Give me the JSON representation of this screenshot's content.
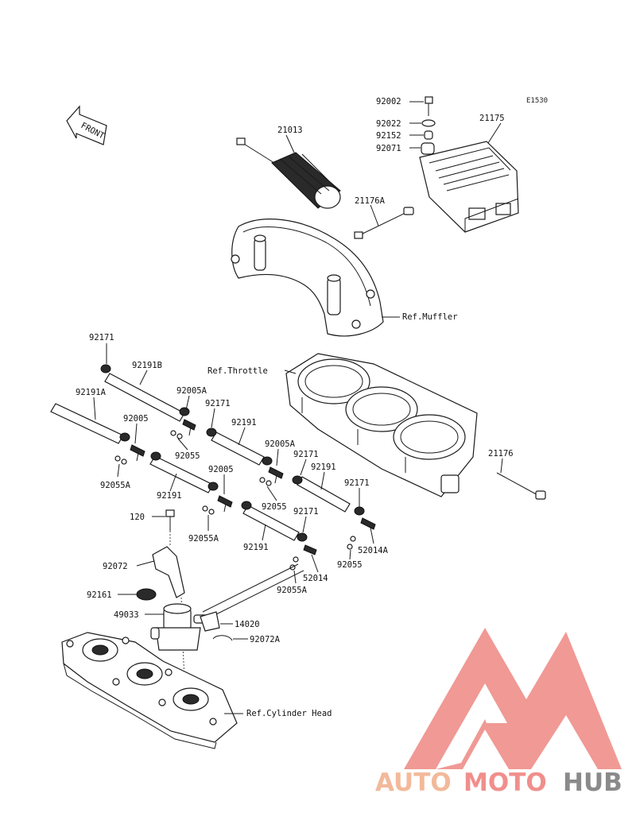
{
  "figure_code": "E1530",
  "front_label": "FRONT",
  "references": {
    "muffler": "Ref.Muffler",
    "throttle": "Ref.Throttle",
    "cylinder_head": "Ref.Cylinder Head"
  },
  "parts": {
    "p92002": "92002",
    "p92022": "92022",
    "p92152": "92152",
    "p92071": "92071",
    "p21175": "21175",
    "p21013": "21013",
    "p21176A": "21176A",
    "p92171_a": "92171",
    "p92191B": "92191B",
    "p92191A": "92191A",
    "p92005A_a": "92005A",
    "p92171_b": "92171",
    "p92005_a": "92005",
    "p92191_a": "92191",
    "p92055_a": "92055",
    "p92005A_b": "92005A",
    "p92171_c": "92171",
    "p92055A_a": "92055A",
    "p92191_b": "92191",
    "p92005_b": "92005",
    "p92191_c": "92191",
    "p92055_b": "92055",
    "p92171_d": "92171",
    "p21176": "21176",
    "p92055A_b": "92055A",
    "p120": "120",
    "p92191_d": "92191",
    "p92171_e": "92171",
    "p52014A": "52014A",
    "p92055_c": "92055",
    "p92072": "92072",
    "p52014": "52014",
    "p92055A_c": "92055A",
    "p92161": "92161",
    "p49033": "49033",
    "p14020": "14020",
    "p92072A": "92072A"
  },
  "watermark": {
    "auto": "AUTO",
    "moto": "MOTO",
    "hub": "HUB",
    "colors": {
      "auto": "#f2b99a",
      "moto": "#f08f8c",
      "hub": "#8a8a8a",
      "logo": "#ef8f8a"
    }
  }
}
